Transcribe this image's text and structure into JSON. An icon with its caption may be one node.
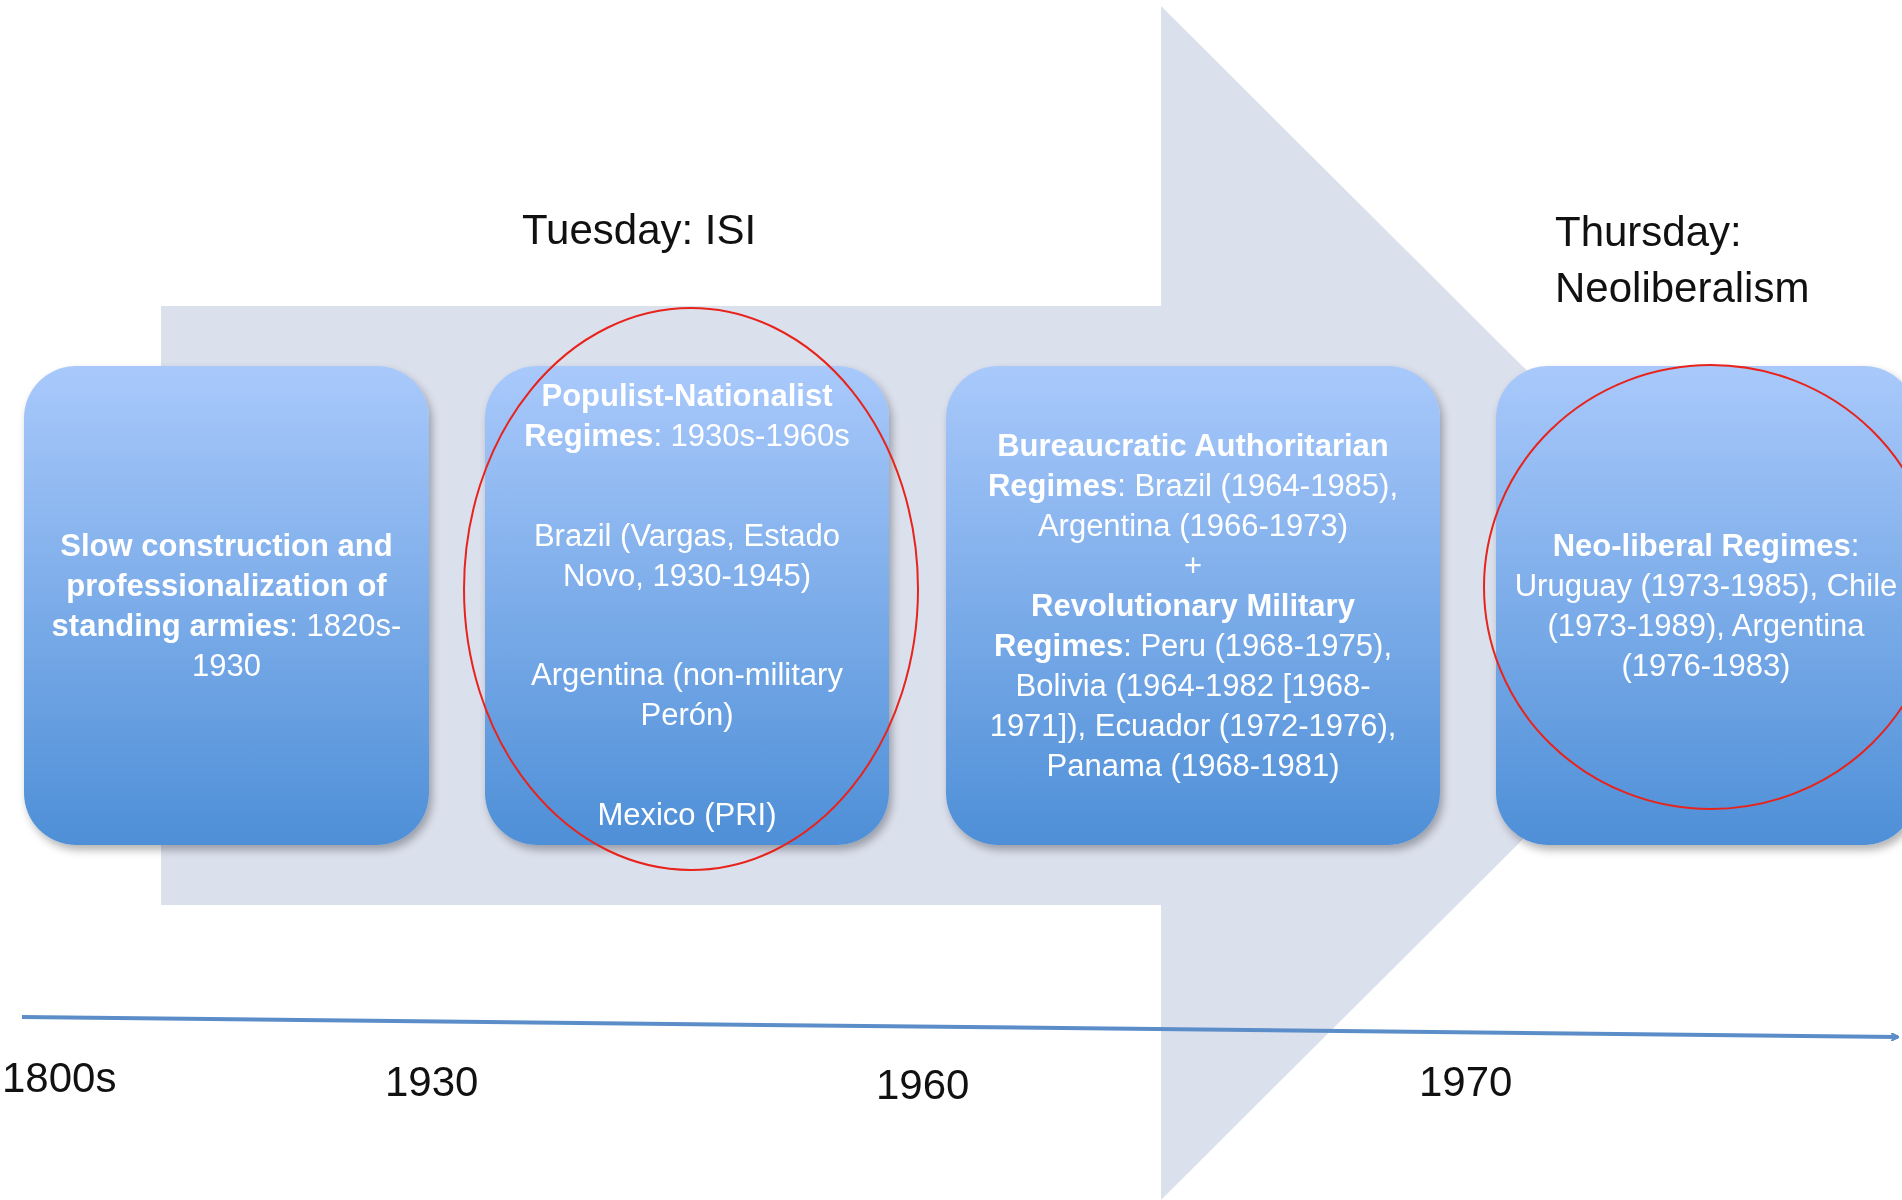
{
  "diagram": {
    "nodes": [
      {
        "text": [
          "**Slow construction and professionalization of standing armies**: 1820s-1930"
        ]
      },
      {
        "text": [
          "**Populist-Nationalist Regimes**: 1930s-1960s",
          "Brazil (Vargas, Estado Novo, 1930-1945)",
          "Argentina (non-military Perón)",
          "Mexico (PRI)"
        ]
      },
      {
        "text": [
          "**Bureaucratic Authoritarian Regimes**: Brazil (1964-1985), Argentina (1966-1973)",
          "+",
          "**Revolutionary Military Regimes**: Peru (1968-1975), Bolivia (1964-1982 [1968-1971]), Ecuador (1972-1976), Panama (1968-1981)"
        ]
      },
      {
        "text": [
          "**Neo-liberal Regimes**: Uruguay (1973-1985), Chile (1973-1989), Argentina (1976-1983)"
        ]
      }
    ],
    "edges": [
      {
        "from": 0,
        "to": 3,
        "arrow": "to",
        "style": "thick"
      }
    ],
    "labels": [
      "Tuesday: ISI",
      "Thursday: Neoliberalism",
      "1800s",
      "1930",
      "1960",
      "1970"
    ]
  }
}
